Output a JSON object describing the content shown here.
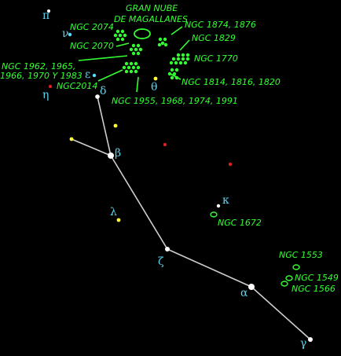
{
  "colors": {
    "background": "#000000",
    "label": "#33ff33",
    "greek": "#5fd3f0",
    "line": "#cfcfcf",
    "star_white": "#ffffff",
    "star_yellow": "#ffff33",
    "star_red": "#dd1f1f",
    "star_cyan": "#55ddff"
  },
  "greek_letters": {
    "pi": "π",
    "nu": "ν",
    "epsilon": "ε",
    "eta": "η",
    "delta": "δ",
    "theta": "θ",
    "beta": "β",
    "kappa": "κ",
    "lambda": "λ",
    "zeta": "ζ",
    "alpha": "α",
    "gamma": "γ"
  },
  "labels": {
    "lmc_line1": "GRAN NUBE",
    "lmc_line2": "DE MAGALLANES",
    "ngc2074": "NGC 2074",
    "ngc2070": "NGC 2070",
    "ngc1874": "NGC 1874, 1876",
    "ngc1829": "NGC 1829",
    "ngc1770": "NGC 1770",
    "ngc1962_line1": "NGC 1962, 1965,",
    "ngc1962_line2": "1966, 1970 Y 1983",
    "ngc2014": "NGC2014",
    "ngc1814": "NGC 1814, 1816, 1820",
    "ngc1955": "NGC 1955, 1968, 1974, 1991",
    "ngc1672": "NGC 1672",
    "ngc1553": "NGC 1553",
    "ngc1549": "NGC 1549",
    "ngc1566": "NGC 1566"
  }
}
